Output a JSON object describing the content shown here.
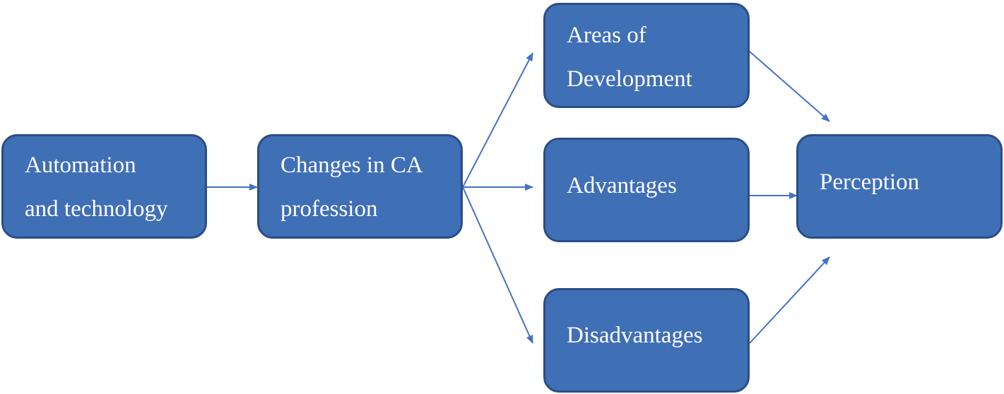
{
  "diagram": {
    "nodes": {
      "automation": {
        "lines": [
          "Automation",
          "and technology"
        ]
      },
      "changes": {
        "lines": [
          "Changes in CA",
          "profession"
        ]
      },
      "areas": {
        "lines": [
          "Areas of",
          "Development"
        ]
      },
      "advantages": {
        "lines": [
          "Advantages"
        ]
      },
      "disadvantages": {
        "lines": [
          "Disadvantages"
        ]
      },
      "perception": {
        "lines": [
          "Perception"
        ]
      }
    },
    "edges": [
      {
        "from": "automation",
        "to": "changes"
      },
      {
        "from": "changes",
        "to": "areas"
      },
      {
        "from": "changes",
        "to": "advantages"
      },
      {
        "from": "changes",
        "to": "disadvantages"
      },
      {
        "from": "areas",
        "to": "perception"
      },
      {
        "from": "advantages",
        "to": "perception"
      },
      {
        "from": "disadvantages",
        "to": "perception"
      }
    ],
    "colors": {
      "box_fill": "#3F6FB5",
      "box_border": "#2A4E84",
      "arrow": "#4472C4",
      "text": "#FFFFFF"
    }
  }
}
